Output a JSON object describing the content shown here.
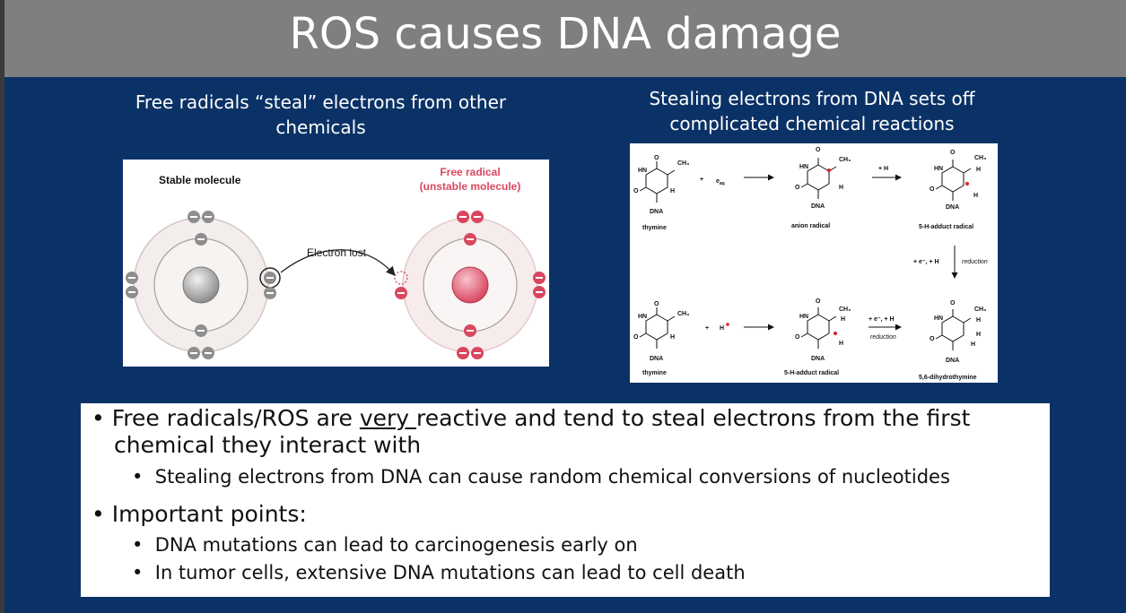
{
  "title": "ROS causes DNA damage",
  "left_caption": "Free radicals “steal” electrons from other chemicals",
  "right_caption": "Stealing electrons from DNA sets off complicated chemical reactions",
  "atom_figure": {
    "stable_label": "Stable molecule",
    "free_radical_label_1": "Free radical",
    "free_radical_label_2": "(unstable molecule)",
    "electron_lost_label": "Electron lost",
    "stable_color": "#9a9a9a",
    "radical_color": "#d9475f"
  },
  "reaction_figure": {
    "thymine_label": "thymine",
    "anion_radical_label": "anion radical",
    "adduct_radical_label": "5-H-adduct radical",
    "dihydrothymine_label": "5,6-dihydrothymine",
    "dna_label": "DNA",
    "eaq": "e",
    "eaq_sub": "aq",
    "plus": "+",
    "h_plus": "+ H",
    "h_dot": "H",
    "e_h": "+ e⁻, + H",
    "reduction": "reduction",
    "radical_dot_color": "#d8202a"
  },
  "bullets": {
    "b1_pre": "Free radicals/ROS are ",
    "b1_very": "very ",
    "b1_post": "reactive and tend to steal electrons from the first",
    "b1_line2": "chemical they interact with",
    "b1_sub": "Stealing electrons from DNA can cause random chemical conversions of nucleotides",
    "b2": "Important points:",
    "b2_sub1": "DNA mutations can lead to carcinogenesis early on",
    "b2_sub2": "In tumor cells, extensive DNA mutations can lead to cell death"
  }
}
